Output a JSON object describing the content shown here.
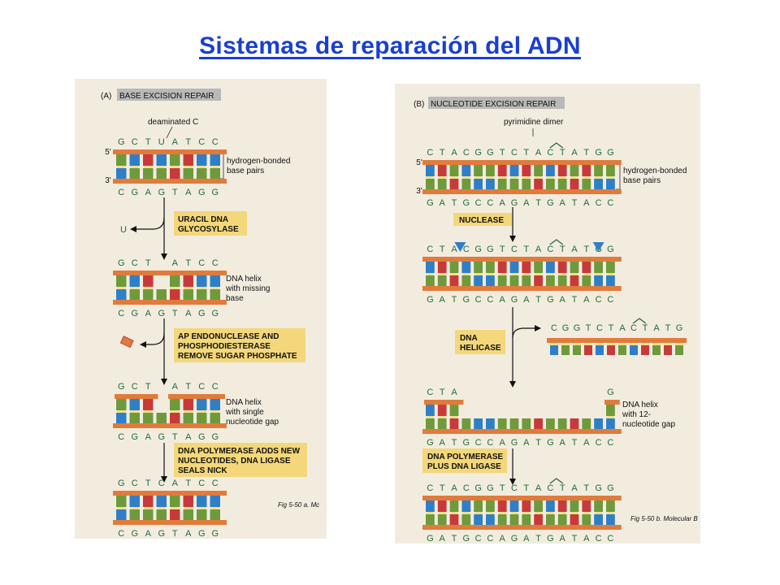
{
  "title": "Sistemas de reparación del ADN",
  "panel_a": {
    "header_letter": "(A)",
    "header": "BASE EXCISION REPAIR",
    "deaminated_label": "deaminated C",
    "strand_5": "5'",
    "strand_3": "3'",
    "top_seq_1": [
      "G",
      "C",
      "T",
      "U",
      "A",
      "T",
      "C",
      "C"
    ],
    "bottom_seq": [
      "C",
      "G",
      "A",
      "G",
      "T",
      "A",
      "G",
      "G"
    ],
    "hbond_label": [
      "hydrogen-bonded",
      "base pairs"
    ],
    "removed_base": "U",
    "enzyme_1": [
      "URACIL DNA",
      "GLYCOSYLASE"
    ],
    "top_seq_2": [
      "G",
      "C",
      "T",
      "",
      "A",
      "T",
      "C",
      "C"
    ],
    "helix_missing_label": [
      "DNA helix",
      "with missing",
      "base"
    ],
    "enzyme_2": [
      "AP ENDONUCLEASE AND",
      "PHOSPHODIESTERASE",
      "REMOVE SUGAR PHOSPHATE"
    ],
    "helix_gap_label": [
      "DNA helix",
      "with single",
      "nucleotide gap"
    ],
    "enzyme_3": [
      "DNA POLYMERASE ADDS NEW",
      "NUCLEOTIDES, DNA LIGASE",
      "SEALS NICK"
    ],
    "top_seq_4": [
      "G",
      "C",
      "T",
      "C",
      "A",
      "T",
      "C",
      "C"
    ],
    "caption": "Fig 5-50 a. Mc"
  },
  "panel_b": {
    "header_letter": "(B)",
    "header": "NUCLEOTIDE EXCISION REPAIR",
    "dimer_label": "pyrimidine dimer",
    "strand_5": "5'",
    "strand_3": "3'",
    "top_seq": [
      "C",
      "T",
      "A",
      "C",
      "G",
      "G",
      "T",
      "C",
      "T",
      "A",
      "C",
      "T",
      "A",
      "T",
      "G",
      "G"
    ],
    "bottom_seq": [
      "G",
      "A",
      "T",
      "G",
      "C",
      "C",
      "A",
      "G",
      "A",
      "T",
      "G",
      "A",
      "T",
      "A",
      "C",
      "C"
    ],
    "hbond_label": [
      "hydrogen-bonded",
      "base pairs"
    ],
    "enzyme_1": "NUCLEASE",
    "enzyme_2": [
      "DNA",
      "HELICASE"
    ],
    "excised_seq": [
      "C",
      "G",
      "G",
      "T",
      "C",
      "T",
      "A",
      "C",
      "T",
      "A",
      "T",
      "G"
    ],
    "gap_top_left": [
      "C",
      "T",
      "A"
    ],
    "gap_top_right": "G",
    "helix_gap_label": [
      "DNA helix",
      "with 12-",
      "nucleotide gap"
    ],
    "enzyme_3": [
      "DNA POLYMERASE",
      "PLUS DNA LIGASE"
    ],
    "caption": "Fig 5-50 b. Molecular B"
  },
  "colors": {
    "panel_bg": "#f2ecdf",
    "backbone": "#e07b3c",
    "box_bg": "#f3d77a",
    "header_bg": "#b9b9b9",
    "base_green": "#6e9a3c",
    "base_blue": "#2f7fc8",
    "base_red": "#c83a3a",
    "base_yellow": "#f2e08a",
    "seq_text": "#1f6b3b",
    "highlight": "#d23a3a",
    "title": "#1a3fd1"
  }
}
